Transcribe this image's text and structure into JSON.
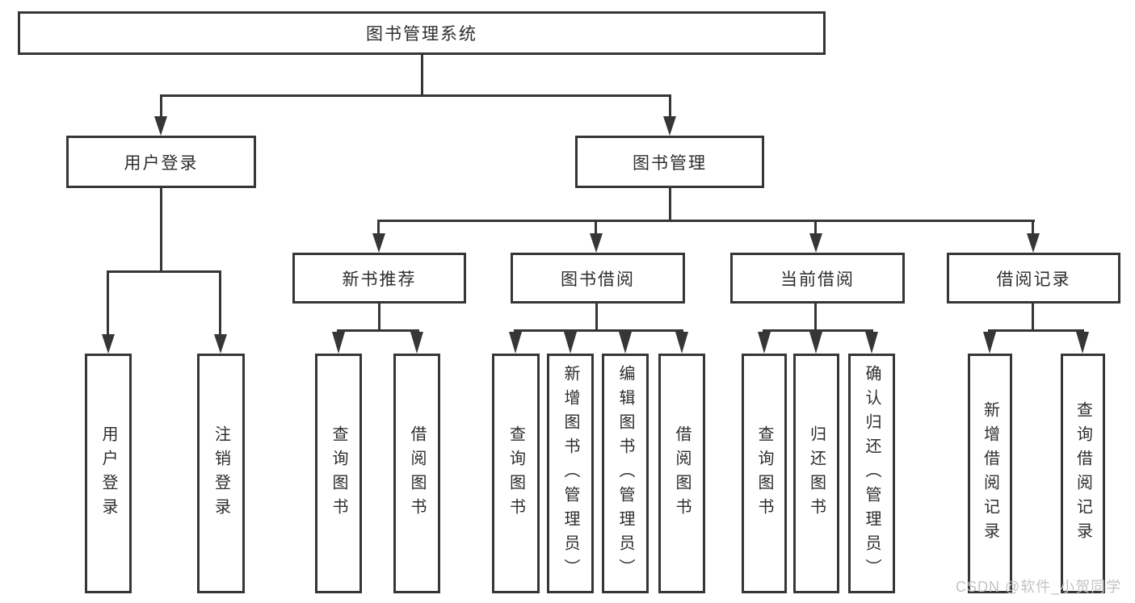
{
  "colors": {
    "background": "#ffffff",
    "line": "#363636",
    "text": "#2d2d2d",
    "watermark_text": "#c3c3c3"
  },
  "tree": {
    "root": "图书管理系统",
    "user_login": {
      "label": "用户登录",
      "login": "用户登录",
      "logout": "注销登录"
    },
    "book_mgmt": {
      "label": "图书管理",
      "new_book_rec": {
        "label": "新书推荐",
        "query": "查询图书",
        "borrow": "借阅图书"
      },
      "book_borrow": {
        "label": "图书借阅",
        "query": "查询图书",
        "add": "新增图书（管理员）",
        "edit": "编辑图书（管理员）",
        "borrow": "借阅图书"
      },
      "current_borrow": {
        "label": "当前借阅",
        "query": "查询图书",
        "return": "归还图书",
        "confirm": "确认归还（管理员）"
      },
      "borrow_record": {
        "label": "借阅记录",
        "add": "新增借阅记录",
        "query": "查询借阅记录"
      }
    }
  },
  "watermark": "CSDN @软件_小贺同学"
}
